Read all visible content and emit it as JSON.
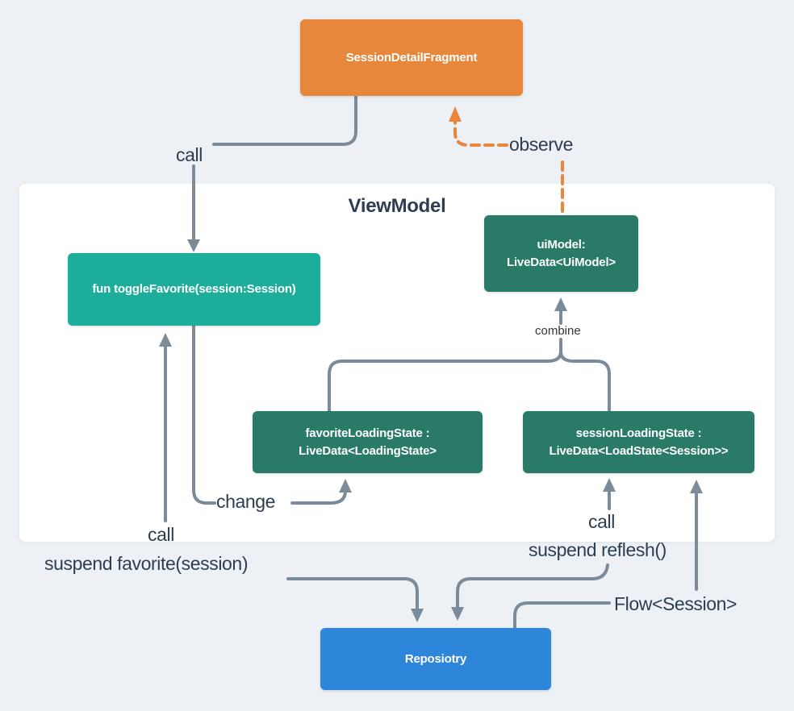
{
  "colors": {
    "background": "#EDF1F5",
    "panel": "#FFFFFF",
    "fragment_orange": "#E6873C",
    "teal": "#1DAE9B",
    "dark_green": "#2A7A68",
    "repository_blue": "#2E86DB",
    "line_gray": "#7C8B99",
    "label_dark": "#2C3E50",
    "observe_orange": "#E8873C"
  },
  "diagram": {
    "viewmodel_panel_title": "ViewModel",
    "nodes": {
      "fragment": {
        "label": "SessionDetailFragment"
      },
      "toggle_favorite": {
        "label": "fun toggleFavorite(session:Session)"
      },
      "ui_model": {
        "line1": "uiModel:",
        "line2": "LiveData<UiModel>"
      },
      "favorite_loading_state": {
        "line1": "favoriteLoadingState :",
        "line2": "LiveData<LoadingState>"
      },
      "session_loading_state": {
        "line1": "sessionLoadingState :",
        "line2": "LiveData<LoadState<Session>>"
      },
      "repository": {
        "label": "Reposiotry"
      }
    },
    "edge_labels": {
      "call_top": "call",
      "observe": "observe",
      "combine": "combine",
      "change": "change",
      "call_bottom_left": "call",
      "suspend_favorite": "suspend favorite(session)",
      "call_bottom_right": "call",
      "suspend_reflesh": "suspend reflesh()",
      "flow_session": "Flow<Session>"
    }
  }
}
